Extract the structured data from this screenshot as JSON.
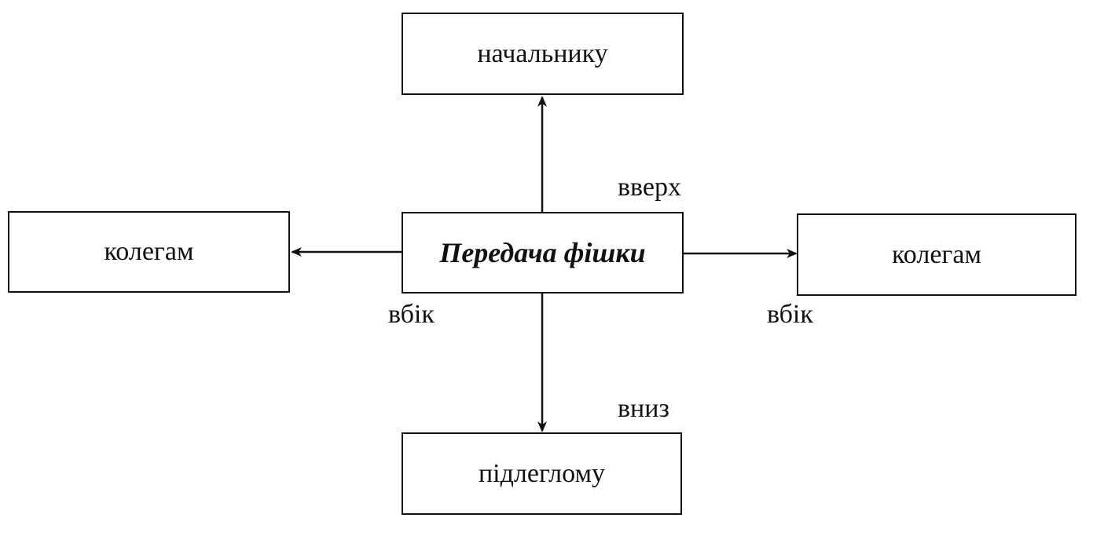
{
  "diagram": {
    "center": {
      "label": "Передача фішки"
    },
    "nodes": {
      "top": "начальнику",
      "left": "колегам",
      "right": "колегам",
      "bottom": "підлеглому"
    },
    "edge_labels": {
      "up": "вверх",
      "left": "вбік",
      "right": "вбік",
      "down": "вниз"
    },
    "colors": {
      "line": "#111111",
      "background": "#ffffff"
    }
  }
}
